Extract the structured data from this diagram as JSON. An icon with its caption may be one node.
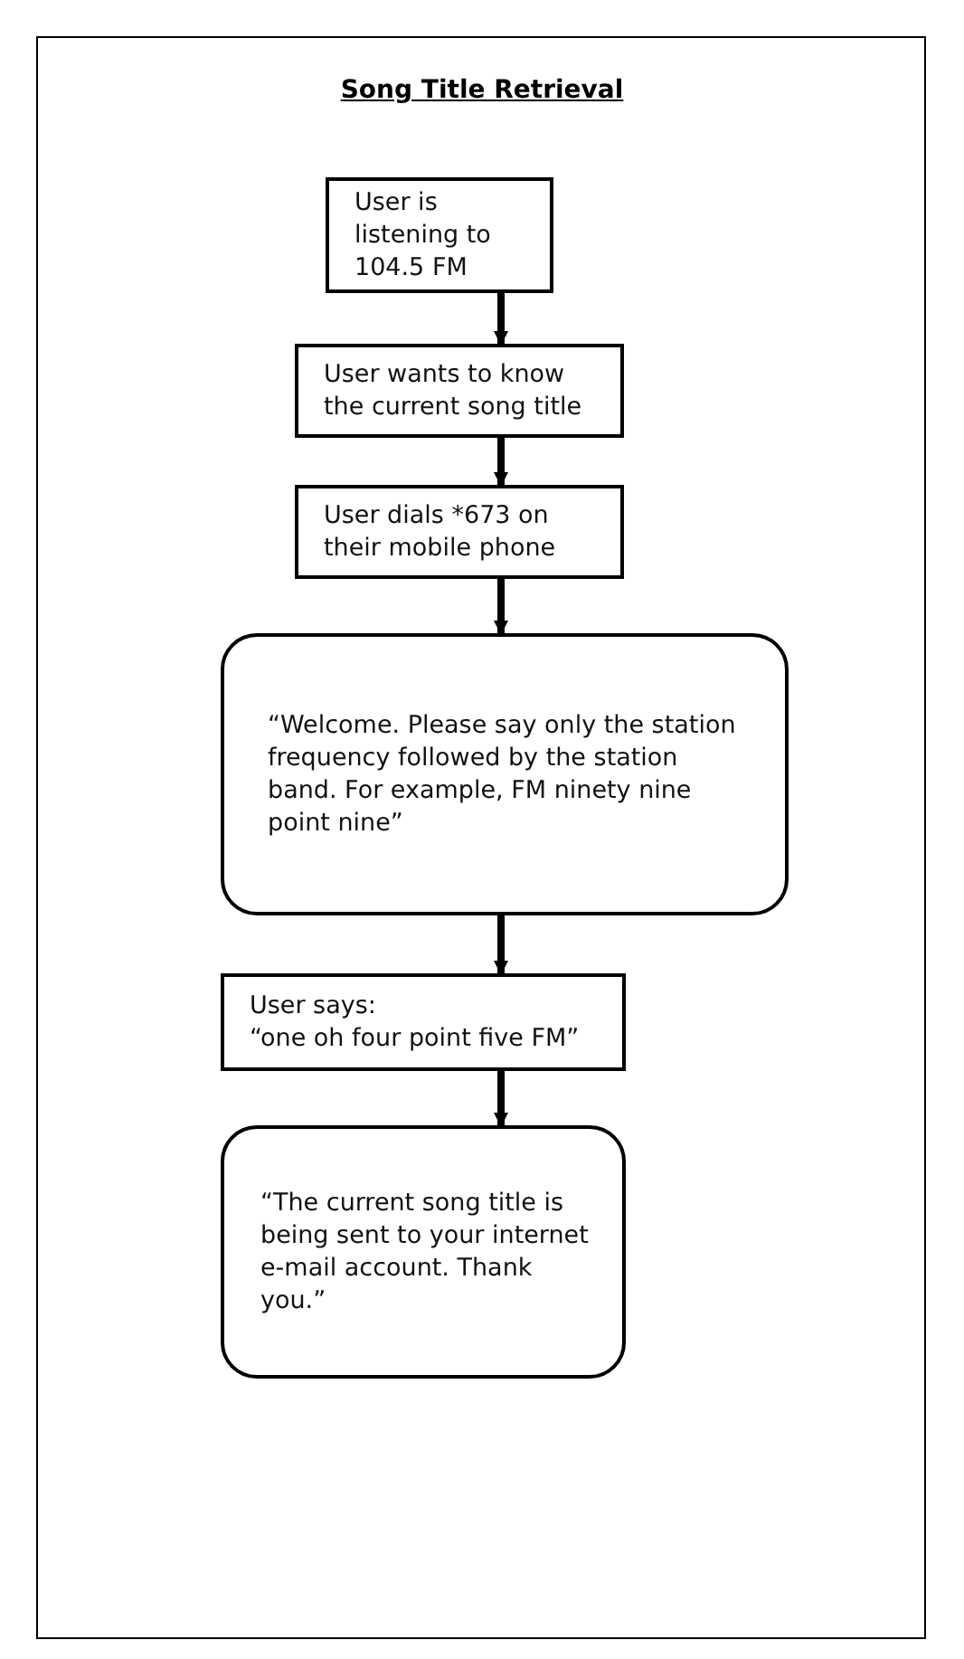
{
  "diagram": {
    "title": "Song Title Retrieval",
    "nodes": [
      {
        "text": [
          "User is listening to 104.5 FM"
        ]
      },
      {
        "text": [
          "User wants to know the current song title"
        ]
      },
      {
        "text": [
          "User dials *673 on their mobile phone"
        ]
      },
      {
        "text": [
          "“Welcome. Please say only the station frequency followed by the station band. For example, FM ninety nine point nine”"
        ]
      },
      {
        "text": [
          "User says:",
          "“one oh four point five FM”"
        ]
      },
      {
        "text": [
          "“The current song title is being sent to your internet e-mail account. Thank you.”"
        ]
      }
    ],
    "edges": [
      {
        "from": 0,
        "to": 1,
        "arrow": "to"
      },
      {
        "from": 1,
        "to": 2,
        "arrow": "to"
      },
      {
        "from": 2,
        "to": 3,
        "arrow": "to"
      },
      {
        "from": 3,
        "to": 4,
        "arrow": "to"
      },
      {
        "from": 4,
        "to": 5,
        "arrow": "to"
      }
    ]
  }
}
